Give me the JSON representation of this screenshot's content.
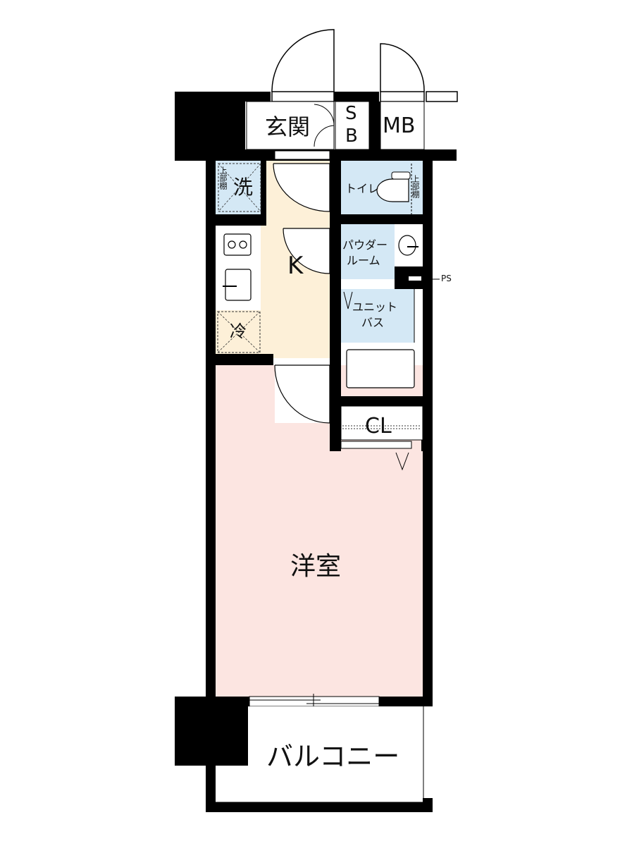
{
  "floorplan": {
    "rooms": {
      "entrance": {
        "label": "玄関"
      },
      "shoe_box": {
        "label_line1": "S",
        "label_line2": "B"
      },
      "meter_box": {
        "label": "MB"
      },
      "laundry": {
        "label": "洗",
        "sub_label": "上部棚"
      },
      "toilet": {
        "label": "トイレ",
        "sub_label": "上部棚"
      },
      "kitchen": {
        "label": "K"
      },
      "powder_room": {
        "label_line1": "パウダー",
        "label_line2": "ルーム"
      },
      "pipe_space": {
        "label": "PS"
      },
      "fridge": {
        "label": "冷"
      },
      "unit_bath": {
        "label_line1": "ユニット",
        "label_line2": "バス"
      },
      "closet": {
        "label": "CL"
      },
      "western_room": {
        "label": "洋室"
      },
      "balcony": {
        "label": "バルコニー"
      }
    },
    "colors": {
      "wall": "#000000",
      "kitchen_fill": "#fdf0d8",
      "western_fill": "#fce5e1",
      "wet_area_fill": "#d4e8f5",
      "white": "#ffffff"
    }
  }
}
